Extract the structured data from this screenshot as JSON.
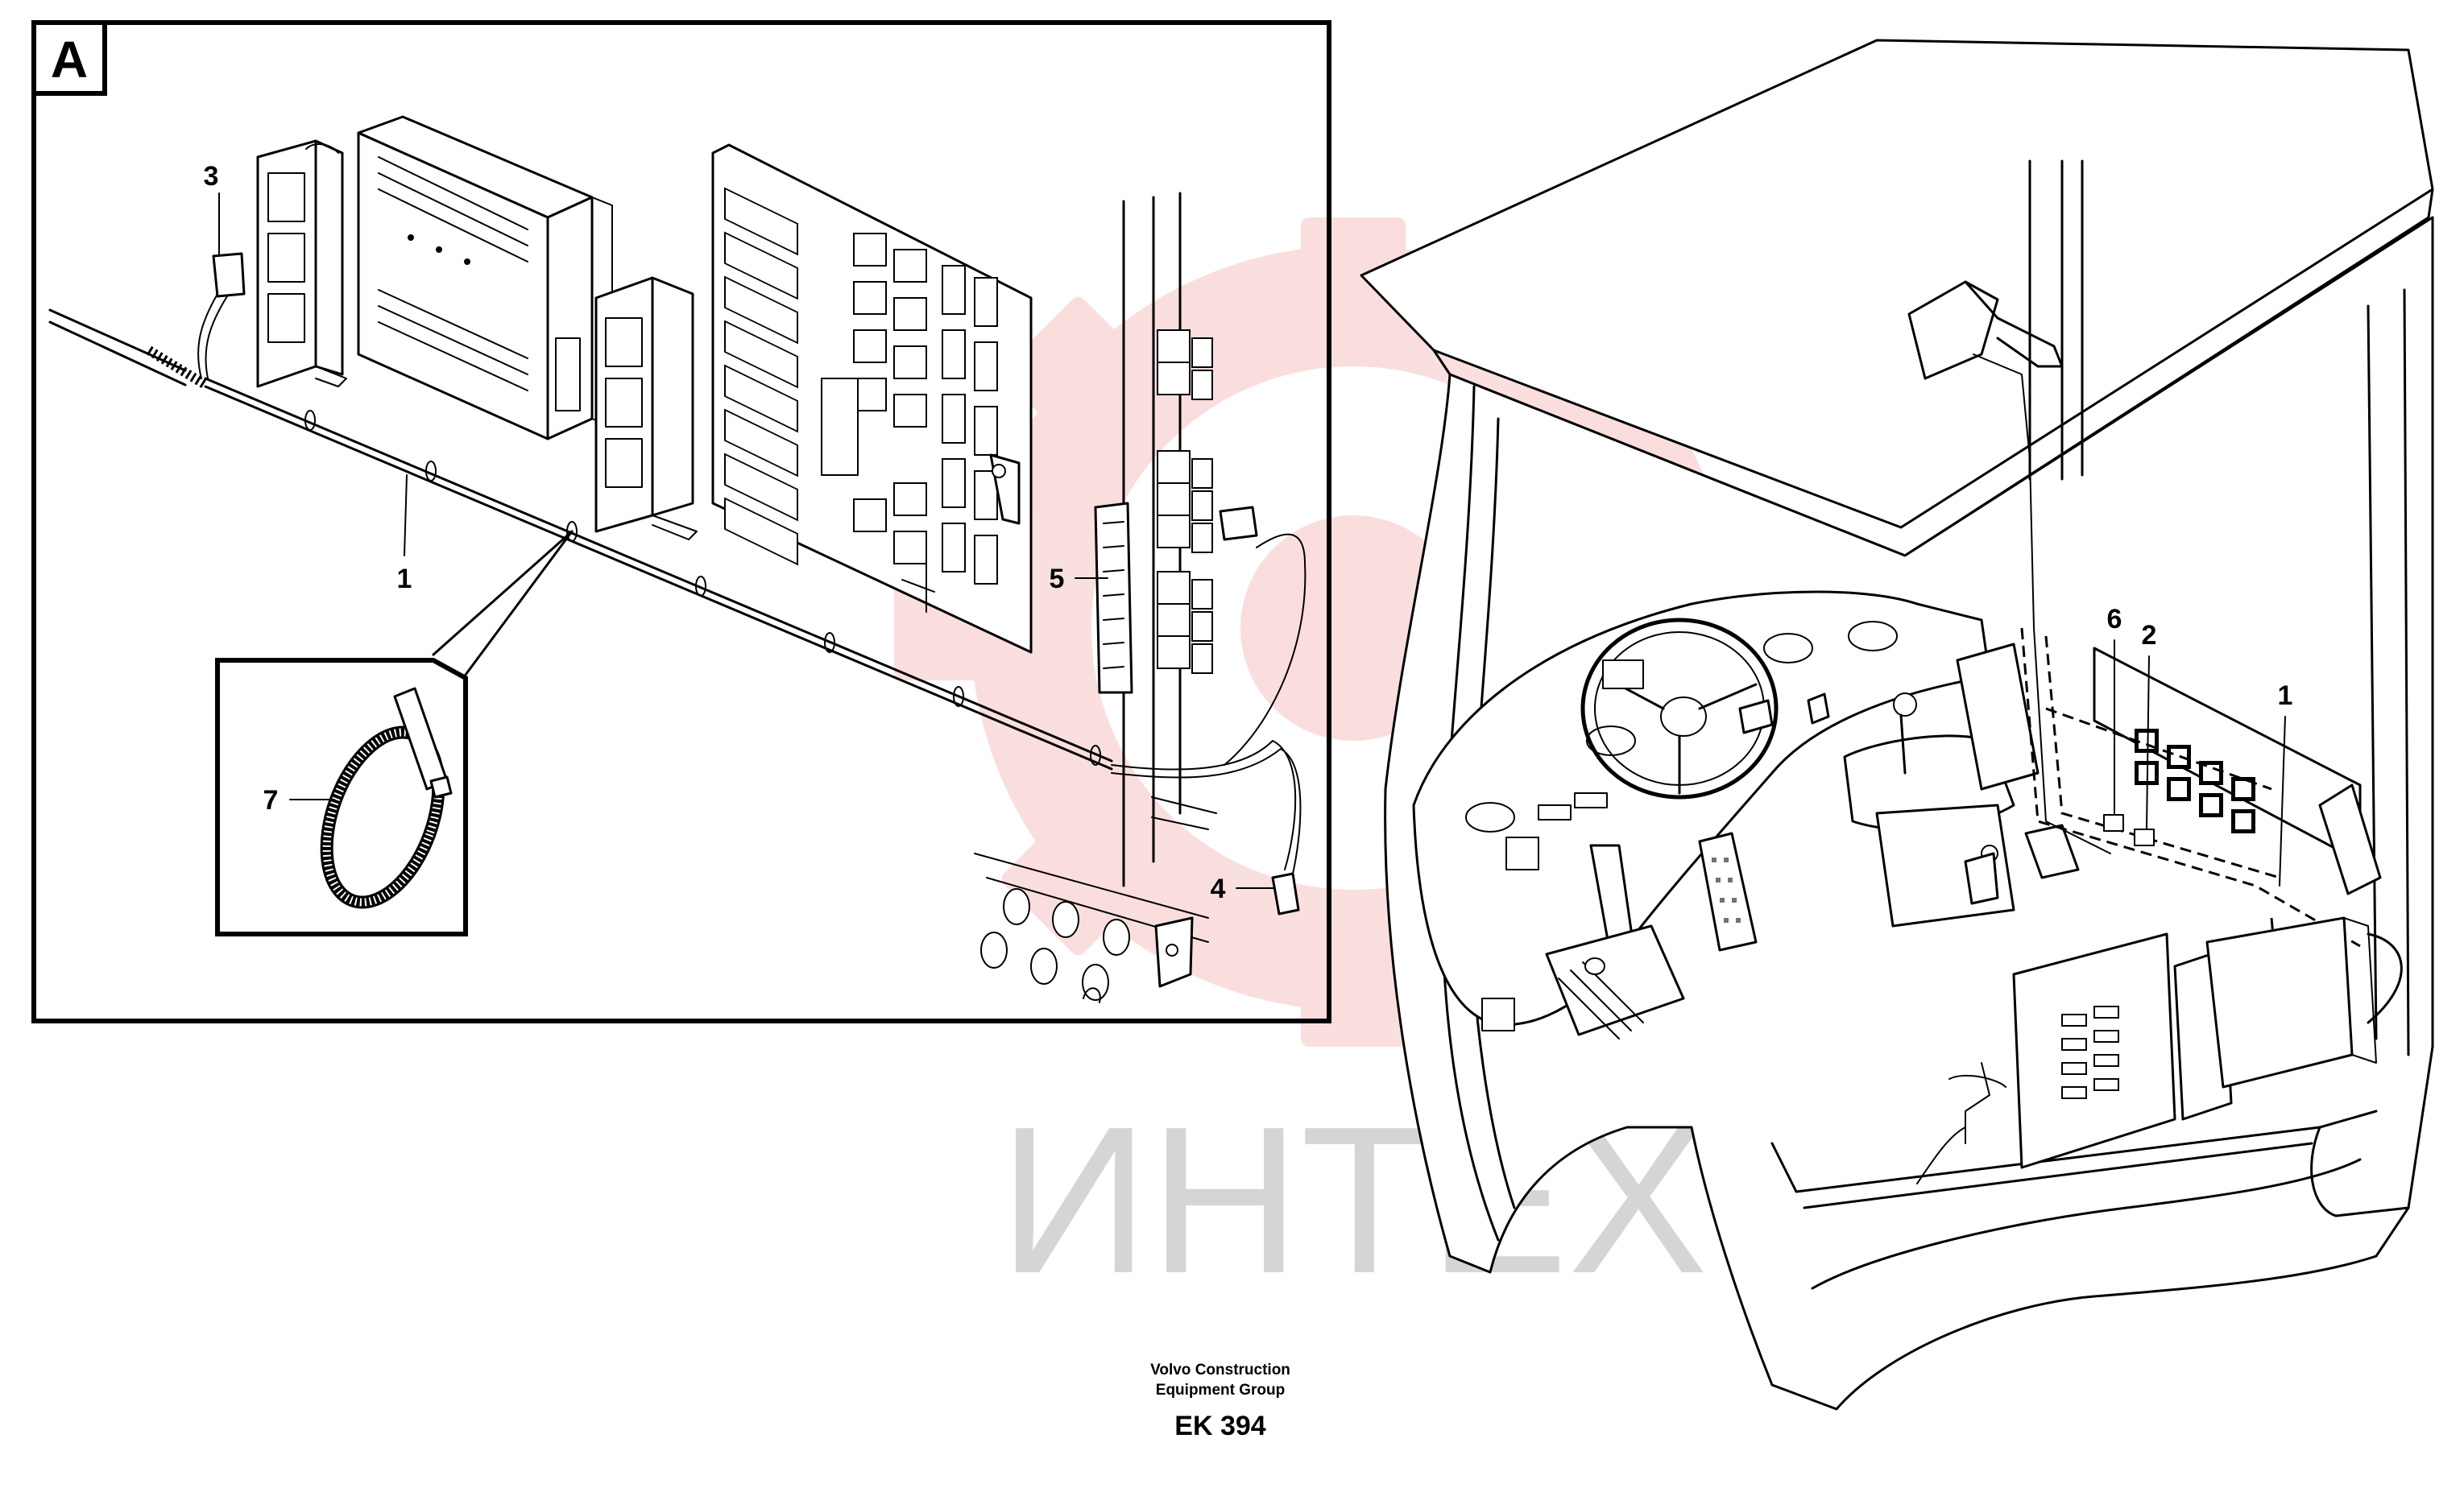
{
  "colors": {
    "line": "#000000",
    "background": "#ffffff",
    "watermark_red": "#e23a3a",
    "watermark_grey": "#c8c8c8"
  },
  "detail": {
    "label": "A"
  },
  "callouts": {
    "n1_detail": "1",
    "n1_cab": "1",
    "n2": "2",
    "n3": "3",
    "n4": "4",
    "n5": "5",
    "n6": "6",
    "n7": "7"
  },
  "watermark": {
    "text": "ИНТЕХ"
  },
  "credit": {
    "line1": "Volvo Construction",
    "line2": "Equipment Group",
    "code": "EK 394"
  }
}
